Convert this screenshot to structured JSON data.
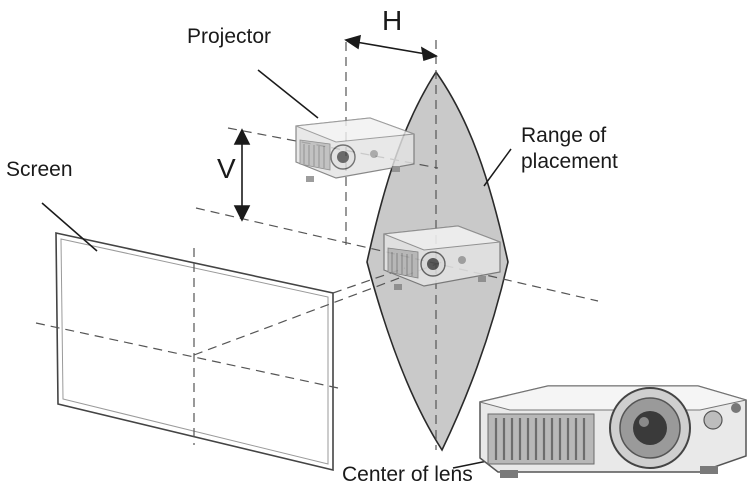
{
  "labels": {
    "projector": "Projector",
    "screen": "Screen",
    "range_line1": "Range of",
    "range_line2": "placement",
    "h": "H",
    "v": "V",
    "center_of_lens": "Center of lens"
  },
  "colors": {
    "line": "#2a2a2a",
    "range_fill": "#c9c9c9",
    "projector_body": "#e9e9e9",
    "projector_dark": "#8e8e8e",
    "lens_dark": "#3a3a3a"
  }
}
